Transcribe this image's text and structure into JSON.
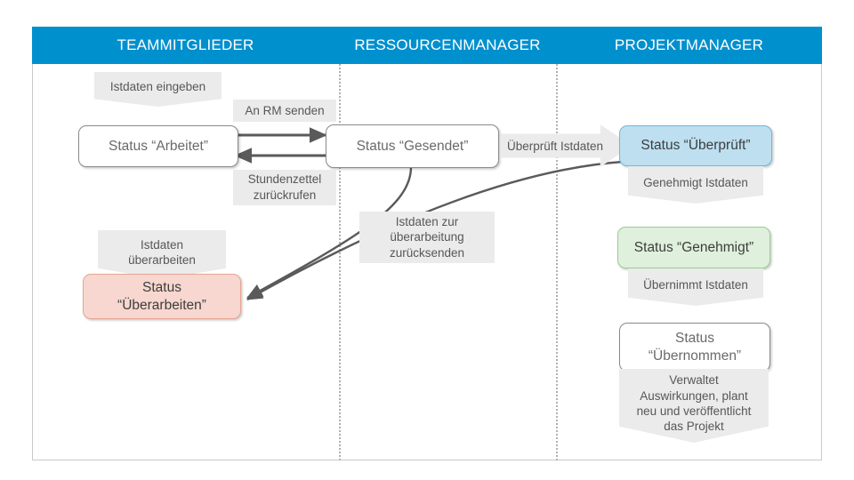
{
  "diagram": {
    "title": "Timesheet Status Workflow",
    "colors": {
      "header_band": "#0090CE",
      "label_bg": "#EBEBEB",
      "box_blue": "#BDDFF0",
      "box_green": "#DFF0DC",
      "box_pink": "#F7D7CF",
      "arrow": "#5A5A5A",
      "divider": "#B0B0B0"
    },
    "lanes": [
      {
        "id": "teammitglieder",
        "title": "TEAMMITGLIEDER"
      },
      {
        "id": "ressourcenmanager",
        "title": "RESSOURCENMANAGER"
      },
      {
        "id": "projektmanager",
        "title": "PROJEKTMANAGER"
      }
    ],
    "labels": {
      "istdaten_eingeben": "Istdaten eingeben",
      "an_rm_senden": "An RM senden",
      "stundenzettel_zurueckrufen": "Stundenzettel\nzurückrufen",
      "ueberprueft_istdaten": "Überprüft Istdaten",
      "genehmigt_istdaten": "Genehmigt Istdaten",
      "uebernimmt_istdaten": "Übernimmt Istdaten",
      "istdaten_zur_ueberarbeitung": "Istdaten zur\nüberarbeitung\nzurücksenden",
      "istdaten_ueberarbeiten": "Istdaten\nüberarbeiten",
      "verwaltet_auswirkungen": "Verwaltet\nAuswirkungen, plant\nneu und veröffentlicht\ndas Projekt"
    },
    "nodes": {
      "arbeitet": "Status “Arbeitet”",
      "gesendet": "Status “Gesendet”",
      "ueberprueft": "Status “Überprüft”",
      "genehmigt": "Status “Genehmigt”",
      "uebernommen": "Status\n“Übernommen”",
      "ueberarbeiten": "Status\n“Überarbeiten”"
    }
  }
}
